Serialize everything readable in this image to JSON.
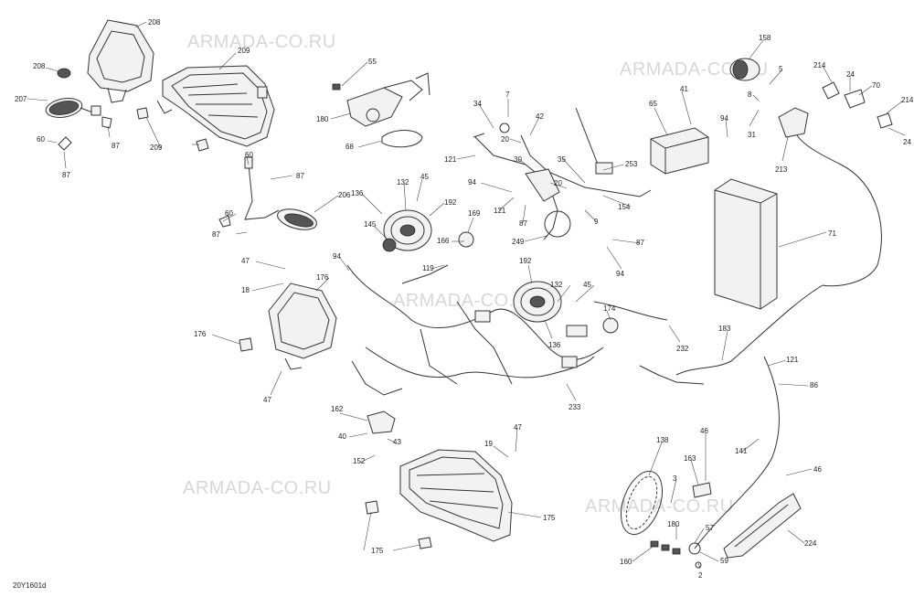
{
  "diagram_code": "20Y1601d",
  "watermarks": [
    "ARMADA-CO.RU",
    "ARMADA-CO.RU",
    "ARMADA-CO.RU",
    "ARMADA-CO.RU",
    "ARMADA-CO.RU"
  ],
  "callouts": [
    "208",
    "209",
    "208",
    "207",
    "87",
    "60",
    "87",
    "209",
    "55",
    "180",
    "68",
    "7",
    "34",
    "42",
    "20",
    "30",
    "121",
    "35",
    "253",
    "20",
    "94",
    "121",
    "87",
    "154",
    "9",
    "249",
    "65",
    "41",
    "94",
    "31",
    "5",
    "8",
    "158",
    "214",
    "24",
    "70",
    "214",
    "24",
    "213",
    "71",
    "60",
    "87",
    "206",
    "60",
    "87",
    "132",
    "45",
    "136",
    "192",
    "145",
    "169",
    "166",
    "119",
    "94",
    "47",
    "18",
    "176",
    "176",
    "47",
    "192",
    "132",
    "45",
    "136",
    "174",
    "232",
    "233",
    "87",
    "94",
    "183",
    "121",
    "86",
    "162",
    "40",
    "43",
    "152",
    "19",
    "47",
    "175",
    "175",
    "138",
    "46",
    "163",
    "3",
    "180",
    "57",
    "59",
    "160",
    "2",
    "141",
    "46",
    "224"
  ]
}
